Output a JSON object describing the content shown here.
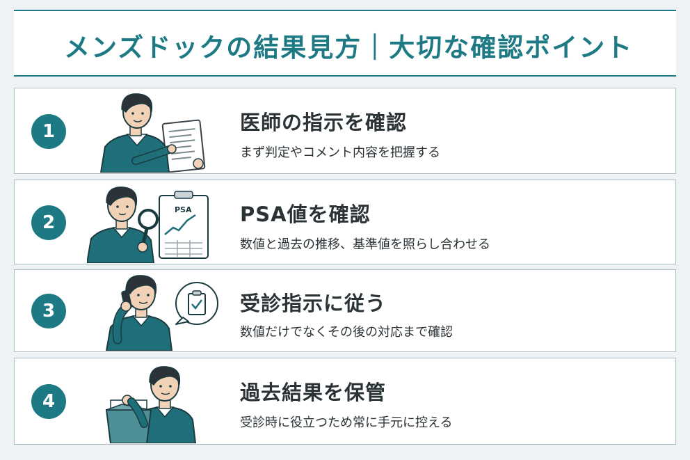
{
  "header": {
    "title": "メンズドックの結果見方｜大切な確認ポイント"
  },
  "steps": [
    {
      "number": "1",
      "title": "医師の指示を確認",
      "subtitle": "まず判定やコメント内容を把握する",
      "doc_label": ""
    },
    {
      "number": "2",
      "title": "PSA値を確認",
      "subtitle": "数値と過去の推移、基準値を照らし合わせる",
      "doc_label": "PSA"
    },
    {
      "number": "3",
      "title": "受診指示に従う",
      "subtitle": "数値だけでなくその後の対応まで確認",
      "doc_label": ""
    },
    {
      "number": "4",
      "title": "過去結果を保管",
      "subtitle": "受診時に役立つため常に手元に控える",
      "doc_label": ""
    }
  ],
  "colors": {
    "accent": "#1d7a84",
    "sweater": "#1f6f7a",
    "text": "#2a3236",
    "card_border": "#a9bcc2",
    "background": "#eef2f4"
  }
}
